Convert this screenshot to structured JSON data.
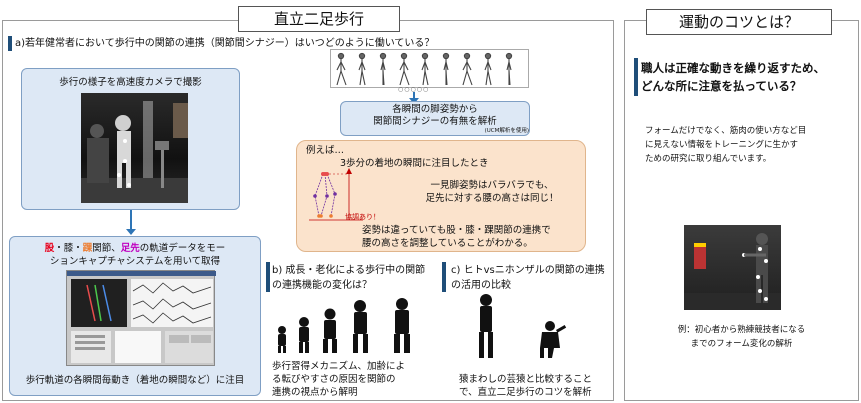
{
  "left_panel": {
    "title": "直立二足歩行",
    "section_a": {
      "heading": "a)若年健常者において歩行中の関節の連携（関節間シナジー）はいつどのように働いている？",
      "camera_box": {
        "label": "歩行の様子を高速度カメラで撮影"
      },
      "frames_dots": "○○○○○",
      "analysis_box": {
        "line1": "各瞬間の脚姿勢から",
        "line2": "関節間シナジーの有無を解析",
        "note": "(UCM解析を使用)"
      },
      "example_box": {
        "intro": "例えば…",
        "focus": "3歩分の着地の瞬間に注目したとき",
        "point1_line1": "一見脚姿勢はバラバラでも、",
        "point1_line2": "足先に対する腰の高さは同じ！",
        "coop_label": "協調あり！",
        "point2_line1": "姿勢は違っていても股・膝・踝関節の連携で",
        "point2_line2": "腰の高さを調整していることがわかる。"
      },
      "mocap_box": {
        "line1": {
          "hip": "股",
          "sep1": "・",
          "knee": "膝",
          "sep2": "・",
          "ankle": "踝",
          "rest1": "関節、",
          "toe": "足先",
          "rest2": "の軌道データをモー"
        },
        "line2": "ションキャプチャシステムを用いて取得",
        "caption": "歩行軌道の各瞬間毎動き（着地の瞬間など）に注目"
      }
    },
    "section_b": {
      "heading_line1": "b) 成長・老化による歩行中の関節",
      "heading_line2": "の連携機能の変化は？",
      "body_line1": "歩行習得メカニズム、加齢によ",
      "body_line2": "る転びやすさの原因を関節の",
      "body_line3": "連携の視点から解明"
    },
    "section_c": {
      "heading_line1": "c) ヒトvsニホンザルの関節の連携",
      "heading_line2": "の活用の比較",
      "body_line1": "猿まわしの芸猿と比較すること",
      "body_line2": "で、直立二足歩行のコツを解析"
    }
  },
  "right_panel": {
    "title": "運動のコツとは？",
    "heading_line1": "職人は正確な動きを繰り返すため、",
    "heading_line2": "どんな所に注意を払っている？",
    "body_line1": "フォームだけでなく、筋肉の使い方など目",
    "body_line2": "に見えない情報をトレーニングに生かす",
    "body_line3": "ための研究に取り組んでいます。",
    "caption_line1": "例：初心者から熟練競技者になる",
    "caption_line2": "までのフォーム変化の解析"
  },
  "colors": {
    "hip": "#e8001c",
    "ankle": "#ed7d31",
    "toe": "#c000c0",
    "focus_red": "#c00000",
    "section_bar": "#1f4e79",
    "arrow": "#2e75b6"
  }
}
